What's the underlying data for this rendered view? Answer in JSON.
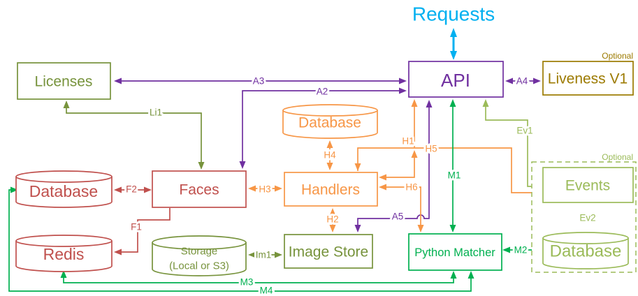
{
  "diagram": {
    "title": "Requests",
    "palette": {
      "requests_cyan": "#00B0F0",
      "api_purple": "#7030A0",
      "liveness_dark_yellow": "#9C7A00",
      "licenses_storage_olive": "#77933C",
      "faces_redis_red": "#C0504D",
      "handlers_orange": "#F79646",
      "matcher_green": "#00B050",
      "events_light_green": "#9BBB59"
    },
    "nodes": {
      "licenses": {
        "label": "Licenses",
        "shape": "rect"
      },
      "api": {
        "label": "API",
        "shape": "rect"
      },
      "liveness": {
        "label": "Liveness V1",
        "shape": "rect",
        "optional_tag": "Optional"
      },
      "main_database": {
        "label": "Database",
        "shape": "cylinder"
      },
      "faces": {
        "label": "Faces",
        "shape": "rect"
      },
      "redis": {
        "label": "Redis",
        "shape": "cylinder"
      },
      "storage": {
        "label": "Storage",
        "sublabel": "(Local or S3)",
        "shape": "cylinder"
      },
      "image_store": {
        "label": "Image Store",
        "shape": "rect"
      },
      "handlers": {
        "label": "Handlers",
        "shape": "rect"
      },
      "handlers_database": {
        "label": "Database",
        "shape": "cylinder"
      },
      "python_matcher": {
        "label": "Python Matcher",
        "shape": "rect"
      },
      "events": {
        "label": "Events",
        "shape": "rect",
        "optional_tag": "Optional"
      },
      "events_database": {
        "label": "Database",
        "shape": "cylinder"
      }
    },
    "edge_labels": {
      "a2": "A2",
      "a3": "A3",
      "a4": "A4",
      "a5": "A5",
      "h1": "H1",
      "h2": "H2",
      "h3": "H3",
      "h4": "H4",
      "h5": "H5",
      "h6": "H6",
      "f1": "F1",
      "f2": "F2",
      "li1": "Li1",
      "im1": "Im1",
      "ev1": "Ev1",
      "ev2": "Ev2",
      "m1": "M1",
      "m2": "M2",
      "m3": "M3",
      "m4": "M4"
    }
  }
}
